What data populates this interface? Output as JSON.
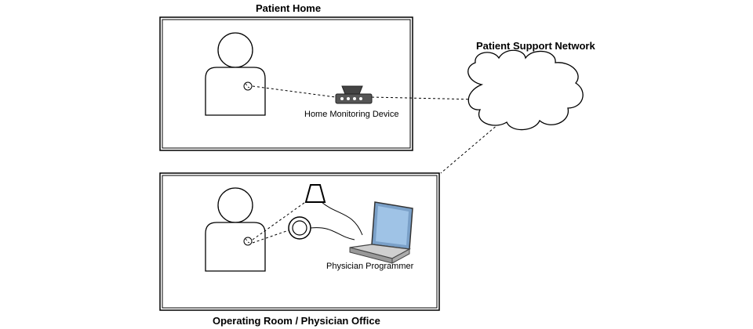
{
  "diagram": {
    "home_section": {
      "title": "Patient Home",
      "device_label": "Home Monitoring Device"
    },
    "network": {
      "title": "Patient Support Network"
    },
    "office_section": {
      "title": "Operating Room / Physician Office",
      "programmer_label": "Physician Programmer"
    },
    "icons": [
      "patient-icon",
      "implant-icon",
      "home-monitor-icon",
      "cloud-icon",
      "telemetry-antenna-icon",
      "programming-wand-icon",
      "laptop-icon"
    ]
  }
}
